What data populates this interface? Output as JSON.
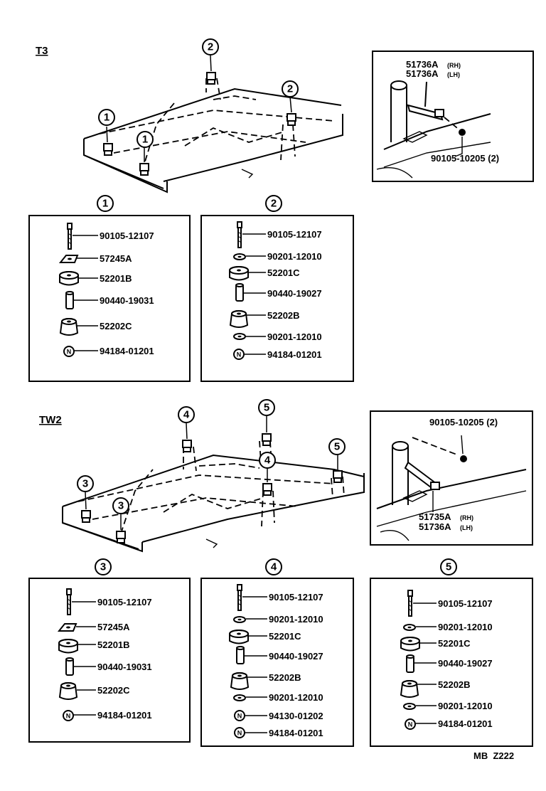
{
  "sections": {
    "top": {
      "title": "T3"
    },
    "bottom": {
      "title": "TW2"
    }
  },
  "callouts": {
    "c1": "1",
    "c2": "2",
    "c3": "3",
    "c4": "4",
    "c5": "5"
  },
  "insets": {
    "top": {
      "bracket_rh": "51736A",
      "bracket_rh_side": "(RH)",
      "bracket_lh": "51736A",
      "bracket_lh_side": "(LH)",
      "bolt": "90105-10205 (2)"
    },
    "bottom": {
      "bolt": "90105-10205 (2)",
      "bracket_rh": "51735A",
      "bracket_rh_side": "(RH)",
      "bracket_lh": "51736A",
      "bracket_lh_side": "(LH)"
    }
  },
  "groups": {
    "g1": {
      "number": "1",
      "parts": [
        "90105-12107",
        "57245A",
        "52201B",
        "90440-19031",
        "52202C",
        "94184-01201"
      ]
    },
    "g2": {
      "number": "2",
      "parts": [
        "90105-12107",
        "90201-12010",
        "52201C",
        "90440-19027",
        "52202B",
        "90201-12010",
        "94184-01201"
      ]
    },
    "g3": {
      "number": "3",
      "parts": [
        "90105-12107",
        "57245A",
        "52201B",
        "90440-19031",
        "52202C",
        "94184-01201"
      ]
    },
    "g4": {
      "number": "4",
      "parts": [
        "90105-12107",
        "90201-12010",
        "52201C",
        "90440-19027",
        "52202B",
        "90201-12010",
        "94130-01202",
        "94184-01201"
      ]
    },
    "g5": {
      "number": "5",
      "parts": [
        "90105-12107",
        "90201-12010",
        "52201C",
        "90440-19027",
        "52202B",
        "90201-12010",
        "94184-01201"
      ]
    }
  },
  "footer": {
    "code": "MB  Z222"
  }
}
